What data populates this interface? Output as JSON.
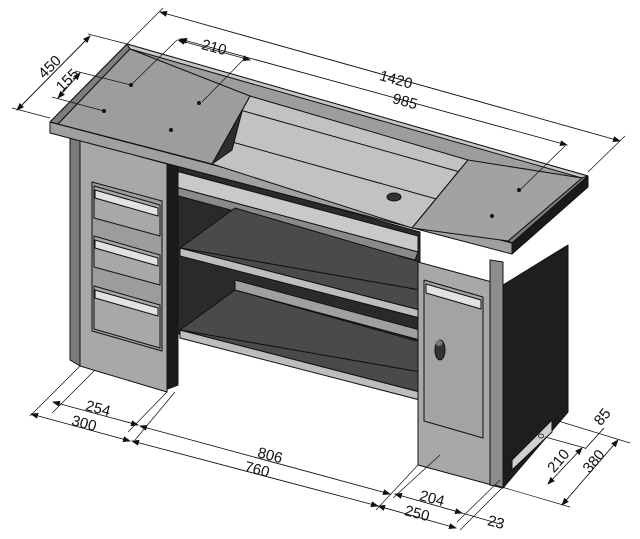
{
  "drawing": {
    "subject": "workbench-isometric",
    "colors": {
      "top_surface": "#9a9a9a",
      "front_face": "#a6a6a6",
      "dark_side": "#1e1e1e",
      "interior": "#3a3a3a",
      "highlight": "#d8d8d8",
      "line": "#111111",
      "background": "#ffffff"
    }
  },
  "dimensions": {
    "top_total_width": "1420",
    "inner_trough_width": "985",
    "top_depth": "450",
    "hole_offset_depth": "155",
    "hole_spacing": "210",
    "left_pedestal_inner": "254",
    "left_pedestal_outer": "300",
    "opening_inner": "806",
    "opening_outer": "760",
    "right_pedestal_inner": "204",
    "right_pedestal_outer": "250",
    "right_overhang": "23",
    "plinth_depth": "85",
    "plinth_recess": "210",
    "pedestal_depth": "380"
  }
}
